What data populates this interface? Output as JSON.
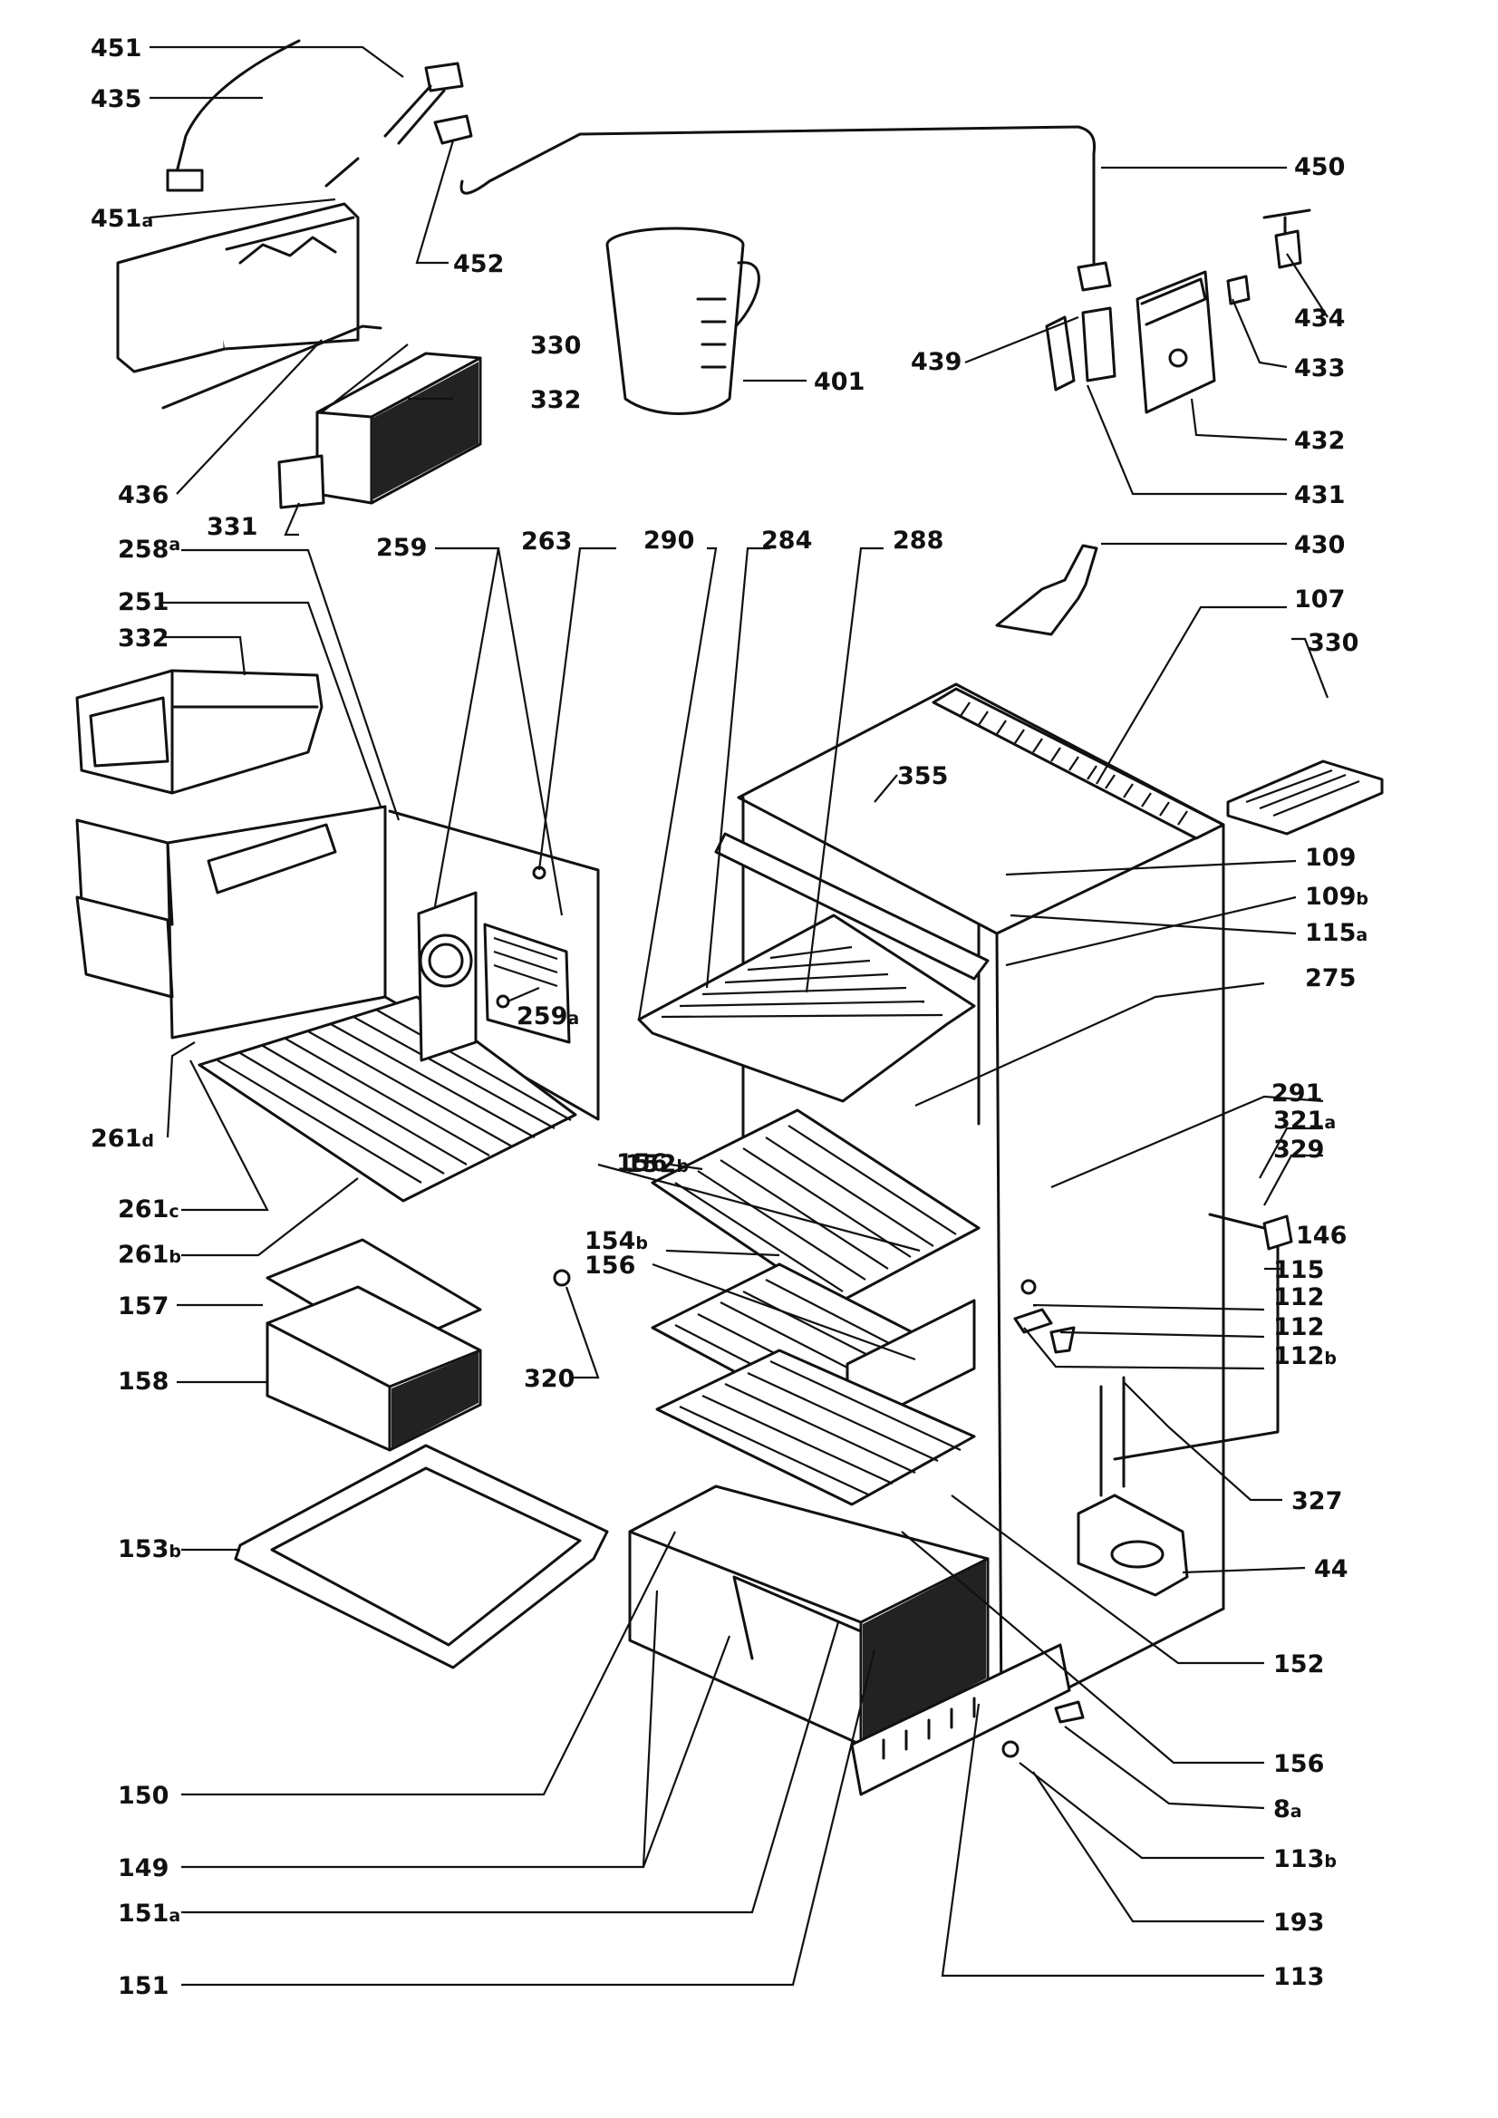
{
  "diagram": {
    "labels": {
      "p451": "451",
      "p435": "435",
      "p451a": "451",
      "p451a_sfx": "a",
      "p452": "452",
      "p450": "450",
      "p439": "439",
      "p434": "434",
      "p433": "433",
      "p432": "432",
      "p431": "431",
      "p401": "401",
      "p330a": "330",
      "p332a": "332",
      "p436": "436",
      "p331": "331",
      "p430": "430",
      "p258a": "258",
      "p258a_sfx": "a",
      "p251": "251",
      "p332b": "332",
      "p259": "259",
      "p263": "263",
      "p290": "290",
      "p284": "284",
      "p288": "288",
      "p107": "107",
      "p330b": "330",
      "p355": "355",
      "p109": "109",
      "p109b": "109",
      "p109b_sfx": "b",
      "p115a": "115",
      "p115a_sfx": "a",
      "p275": "275",
      "p259a": "259",
      "p259a_sfx": "a",
      "p261d": "261",
      "p261d_sfx": "d",
      "p261c": "261",
      "p261c_sfx": "c",
      "p261b": "261",
      "p261b_sfx": "b",
      "p152b": "152",
      "p152b_sfx": "b",
      "p156a": "156",
      "p291": "291",
      "p321a": "321",
      "p321a_sfx": "a",
      "p329": "329",
      "p146": "146",
      "p154b": "154",
      "p154b_sfx": "b",
      "p156b": "156",
      "p115": "115",
      "p112a": "112",
      "p112b": "112",
      "p112c": "112",
      "p112c_sfx": "b",
      "p157": "157",
      "p158": "158",
      "p320": "320",
      "p327": "327",
      "p44": "44",
      "p153b": "153",
      "p153b_sfx": "b",
      "p152": "152",
      "p156c": "156",
      "p8a": "8",
      "p8a_sfx": "a",
      "p150": "150",
      "p113b": "113",
      "p113b_sfx": "b",
      "p149": "149",
      "p193": "193",
      "p151a": "151",
      "p151a_sfx": "a",
      "p151": "151",
      "p113": "113"
    }
  }
}
